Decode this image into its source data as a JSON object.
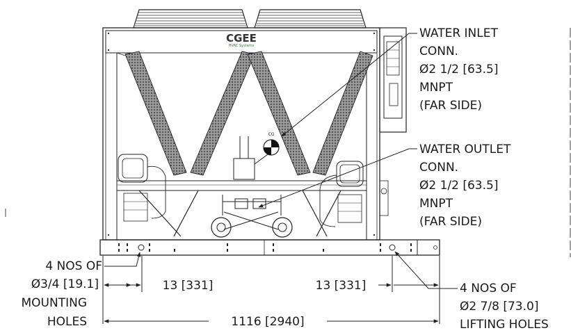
{
  "brand": {
    "name": "CGEE",
    "tagline": "HVAC Systems",
    "tagline_color": "#2e7d32"
  },
  "center_of_gravity_label": "CG",
  "callouts": {
    "water_inlet": [
      "WATER INLET",
      "CONN.",
      "Ø2 1/2 [63.5]",
      "MNPT",
      "(FAR SIDE)"
    ],
    "water_outlet": [
      "WATER OUTLET",
      "CONN.",
      "Ø2 1/2 [63.5]",
      "MNPT",
      "(FAR SIDE)"
    ],
    "mounting_holes": [
      "4 NOS OF",
      "Ø3/4 [19.1]",
      "MOUNTING",
      "HOLES"
    ],
    "lifting_holes": [
      "4 NOS OF",
      "Ø2 7/8 [73.0]",
      "LIFTING HOLES"
    ]
  },
  "dimensions": {
    "mounting_offset": "13 [331]",
    "lifting_offset": "13 [331]",
    "overall_width": "1116 [2940]"
  }
}
